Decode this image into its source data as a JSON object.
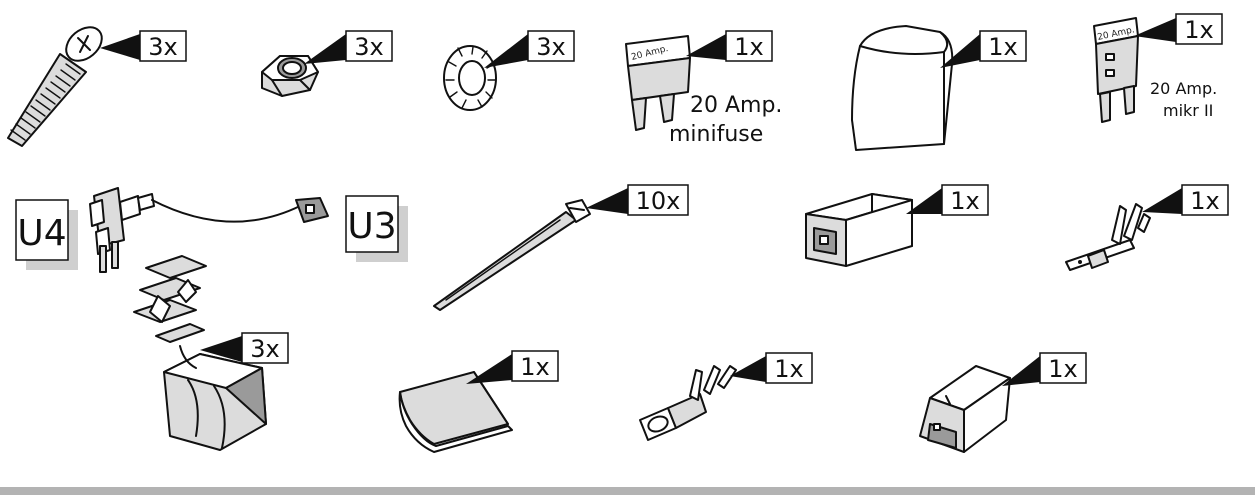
{
  "parts": [
    {
      "id": "screw",
      "qty": "3x"
    },
    {
      "id": "nut",
      "qty": "3x"
    },
    {
      "id": "lock-washer",
      "qty": "3x"
    },
    {
      "id": "minifuse",
      "qty": "1x",
      "caption_lines": [
        "20 Amp.",
        "minifuse"
      ],
      "print": "20 Amp."
    },
    {
      "id": "cover-cap",
      "qty": "1x"
    },
    {
      "id": "micro2-fuse",
      "qty": "1x",
      "caption_lines": [
        "20 Amp.",
        "mikr II"
      ],
      "print": "20 Amp."
    },
    {
      "id": "cable-tie",
      "qty": "10x"
    },
    {
      "id": "connector-housing",
      "qty": "1x"
    },
    {
      "id": "terminal-right",
      "qty": "1x"
    },
    {
      "id": "cable-clips",
      "qty": "3x"
    },
    {
      "id": "adhesive-pad",
      "qty": "1x"
    },
    {
      "id": "terminal-female",
      "qty": "1x"
    },
    {
      "id": "connector-cap",
      "qty": "1x"
    }
  ],
  "harness": {
    "left_tag": "U4",
    "right_tag": "U3"
  }
}
